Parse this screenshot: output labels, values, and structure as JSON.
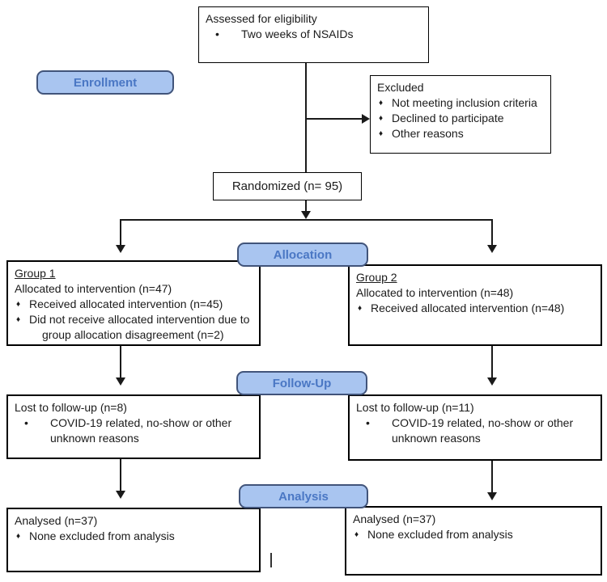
{
  "badges": {
    "enrollment": "Enrollment",
    "allocation": "Allocation",
    "followup": "Follow-Up",
    "analysis": "Analysis"
  },
  "markers": {
    "dot": "•",
    "diamond": "♦"
  },
  "colors": {
    "badge_fill": "#a9c5f0",
    "badge_border": "#41547a",
    "badge_text": "#4a77c4",
    "box_border": "#000000",
    "line": "#1a1a1a"
  },
  "boxes": {
    "assessed": {
      "title": "Assessed for eligibility",
      "bullets": [
        "Two weeks of NSAIDs"
      ]
    },
    "excluded": {
      "title": "Excluded",
      "bullets": [
        "Not meeting inclusion criteria",
        "Declined to participate",
        "Other reasons"
      ]
    },
    "randomized": {
      "label": "Randomized (n= 95)"
    },
    "group1": {
      "title": "Group 1",
      "subtitle": "Allocated to intervention (n=47)",
      "bullets": [
        "Received allocated intervention (n=45)",
        "Did not receive allocated intervention due to group allocation disagreement (n=2)"
      ]
    },
    "group2": {
      "title": "Group 2",
      "subtitle": "Allocated to intervention (n=48)",
      "bullets": [
        "Received allocated intervention (n=48)"
      ]
    },
    "followup1": {
      "title": "Lost to follow-up (n=8)",
      "bullets": [
        "COVID-19 related, no-show or other unknown reasons"
      ]
    },
    "followup2": {
      "title": "Lost to follow-up (n=11)",
      "bullets": [
        "COVID-19 related, no-show or other unknown reasons"
      ]
    },
    "analysis1": {
      "title": "Analysed (n=37)",
      "bullets": [
        "None excluded from analysis"
      ]
    },
    "analysis2": {
      "title": "Analysed (n=37)",
      "bullets": [
        "None excluded from analysis"
      ]
    }
  }
}
